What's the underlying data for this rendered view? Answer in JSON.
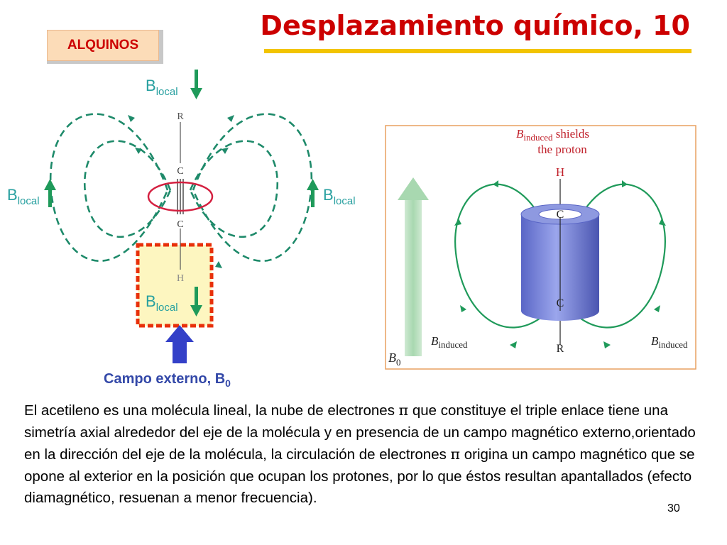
{
  "slide": {
    "title": "Desplazamiento químico, 10",
    "badge": "ALQUINOS",
    "page_number": "30",
    "colors": {
      "title": "#cc0000",
      "accent_bar": "#f2c400",
      "field_lines": "#1e8a6a",
      "arrows_green": "#1f9a5a",
      "external_arrow": "#3340c8",
      "proton_box": "#e8300a",
      "cylinder": "#6a78d0"
    }
  },
  "left_diagram": {
    "b_local_top": {
      "b": "B",
      "sub": "local"
    },
    "b_local_left": {
      "b": "B",
      "sub": "local"
    },
    "b_local_right": {
      "b": "B",
      "sub": "local"
    },
    "b_local_box": {
      "b": "B",
      "sub": "local"
    },
    "atom_r": "R",
    "atom_c_top": "C",
    "atom_c_bottom": "C",
    "atom_h": "H",
    "external_field": {
      "text": "Campo externo, B",
      "sub": "0"
    }
  },
  "right_diagram": {
    "caption": {
      "b": "B",
      "sub": "induced",
      "line1_rest": " shields",
      "line2": "the proton"
    },
    "atom_h": "H",
    "atom_c_top": "C",
    "atom_c_bottom": "C",
    "atom_r": "R",
    "b_induced_left": {
      "b": "B",
      "sub": "induced"
    },
    "b_induced_right": {
      "b": "B",
      "sub": "induced"
    },
    "b0": {
      "b": "B",
      "sub": "0"
    }
  },
  "body": {
    "l1a": "El acetileno es una molécula lineal, la nube de electrones ",
    "pi": "π",
    "l1b": " que constituye el triple enlace tiene una simetría axial alrededor del eje de la molécula y en presencia de un campo magnético externo,orientado en la dirección del eje de la molécula, la circulación de electrones ",
    "l2b": " origina un campo magnético que se opone al exterior en la posición que ocupan los protones, por lo que éstos resultan apantallados (efecto diamagnético, resuenan a menor frecuencia)."
  }
}
